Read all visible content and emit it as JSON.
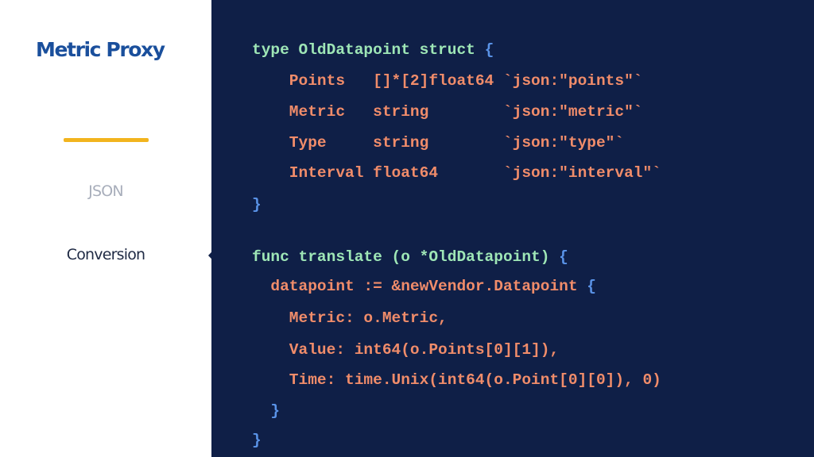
{
  "colors": {
    "code_background": "#0f1f47",
    "title": "#1a4f9c",
    "accent_rule": "#f2b41e",
    "nav_inactive": "#a8aebb",
    "nav_active": "#1f2a44",
    "keyword": "#9ee6b6",
    "field": "#f08c6a",
    "brace": "#5a93e8"
  },
  "sidebar": {
    "title": "Metric Proxy",
    "nav": [
      {
        "label": "JSON",
        "active": false
      },
      {
        "label": "Conversion",
        "active": true
      }
    ]
  },
  "code": {
    "lines": [
      [
        {
          "t": "type OldDatapoint struct ",
          "c": "keyword"
        },
        {
          "t": "{",
          "c": "brace"
        }
      ],
      [
        {
          "t": "    Points   []*[2]float64 `json:\"points\"`",
          "c": "field"
        }
      ],
      [
        {
          "t": "    Metric   string        `json:\"metric\"`",
          "c": "field"
        }
      ],
      [
        {
          "t": "    Type     string        `json:\"type\"`",
          "c": "field"
        }
      ],
      [
        {
          "t": "    Interval float64       `json:\"interval\"`",
          "c": "field"
        }
      ],
      [
        {
          "t": "}",
          "c": "brace"
        }
      ],
      [
        {
          "t": "func translate (o *OldDatapoint) ",
          "c": "keyword"
        },
        {
          "t": "{",
          "c": "brace"
        }
      ],
      [
        {
          "t": "  datapoint := &newVendor.Datapoint ",
          "c": "field"
        },
        {
          "t": "{",
          "c": "brace"
        }
      ],
      [
        {
          "t": "    Metric: o.Metric,",
          "c": "field"
        }
      ],
      [
        {
          "t": "    Value: int64(o.Points[0][1]),",
          "c": "field"
        }
      ],
      [
        {
          "t": "    Time: time.Unix(int64(o.Point[0][0]), 0)",
          "c": "field"
        }
      ],
      [
        {
          "t": "  }",
          "c": "brace"
        }
      ],
      [
        {
          "t": "}",
          "c": "brace"
        }
      ]
    ]
  }
}
